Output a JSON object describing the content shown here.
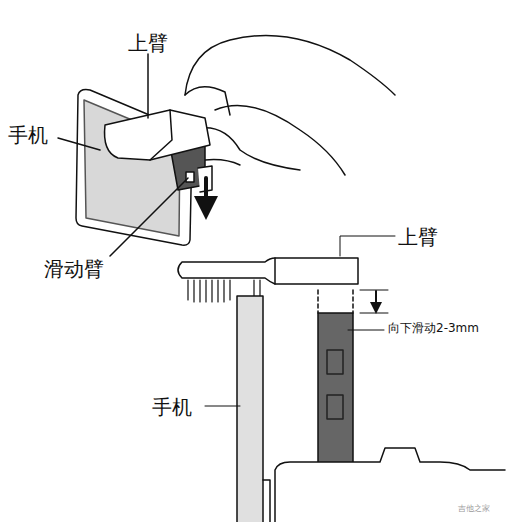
{
  "diagram": {
    "labels": [
      "上臂",
      "手机",
      "滑动臂",
      "上臂",
      "向下滑动2-3mm",
      "手机",
      "吉他之家"
    ]
  }
}
